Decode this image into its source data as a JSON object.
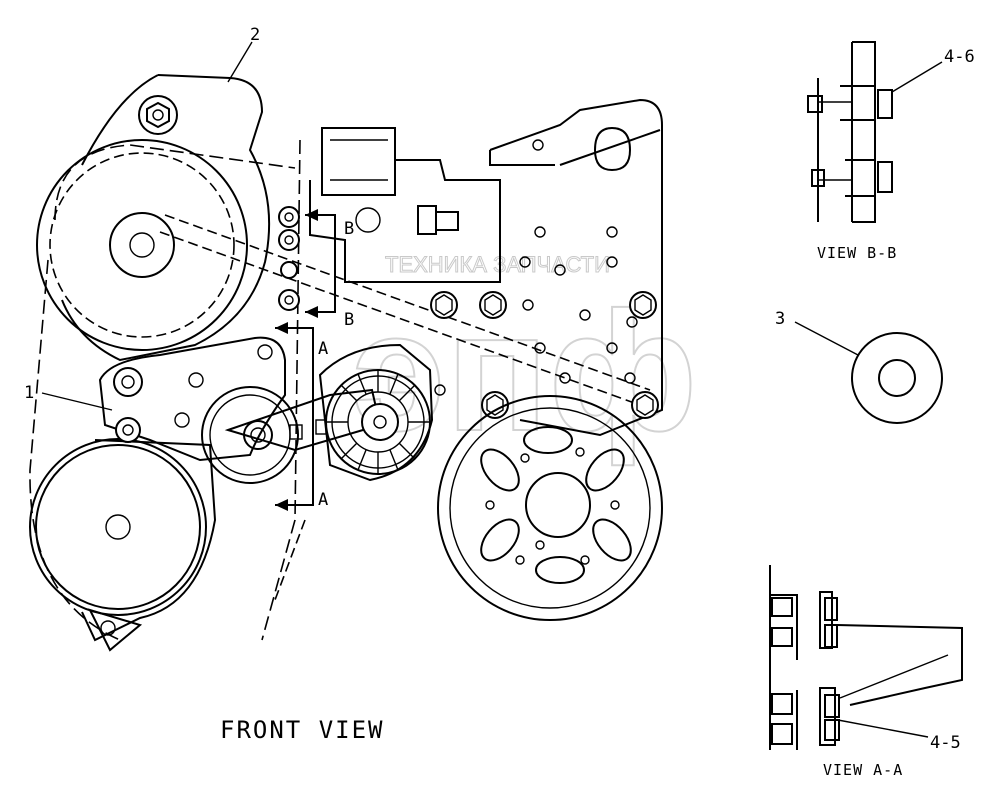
{
  "titles": {
    "front_view": "FRONT VIEW",
    "view_bb": "VIEW B-B",
    "view_aa": "VIEW A-A"
  },
  "callouts": {
    "c1": "1",
    "c2": "2",
    "c3": "3",
    "c46": "4-6",
    "c45": "4-5"
  },
  "section_markers": {
    "b_upper": "B",
    "b_lower": "B",
    "a_upper": "A",
    "a_lower": "A"
  },
  "watermark": {
    "text": "ТЕХНИКА  ЗАПЧАСТИ",
    "logo": "эпф"
  }
}
